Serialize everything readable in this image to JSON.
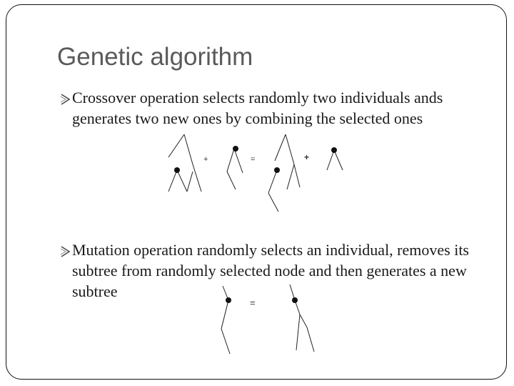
{
  "slide": {
    "title": "Genetic algorithm",
    "bullets": [
      {
        "marker_icon": "bullet-arrow-icon",
        "text": "Crossover operation selects randomly two individuals ands generates two new ones by combining the selected ones"
      },
      {
        "marker_icon": "bullet-arrow-icon",
        "text": "Mutation operation randomly selects an individual, removes its subtree from randomly selected node and then generates a new subtree"
      }
    ],
    "crossover_figure": {
      "plus_1": "+",
      "equals": "=",
      "plus_2": "+"
    },
    "mutation_figure": {
      "equals": "="
    }
  },
  "colors": {
    "title": "#5a5a5a",
    "text": "#1a1a1a",
    "frame": "#111111"
  }
}
